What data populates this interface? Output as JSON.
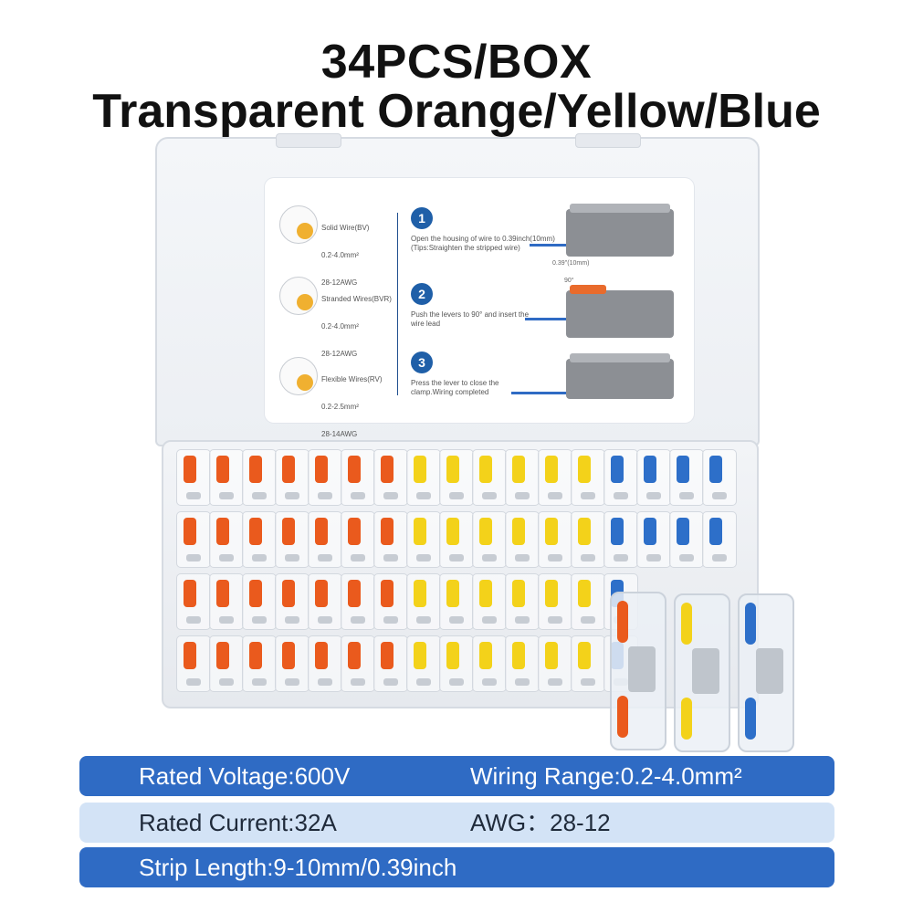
{
  "header": {
    "line1": "34PCS/BOX",
    "line2": "Transparent Orange/Yellow/Blue"
  },
  "instruction_card": {
    "wires": [
      {
        "name": "Solid Wire(BV)",
        "range": "0.2-4.0mm²",
        "awg": "28-12AWG"
      },
      {
        "name": "Stranded Wires(BVR)",
        "range": "0.2-4.0mm²",
        "awg": "28-12AWG"
      },
      {
        "name": "Flexible Wires(RV)",
        "range": "0.2-2.5mm²",
        "awg": "28-14AWG"
      }
    ],
    "steps": [
      {
        "num": "1",
        "text": "Open the housing of wire to 0.39inch(10mm) (Tips:Straighten the stripped wire)"
      },
      {
        "num": "2",
        "text": "Push the levers to 90° and insert the wire lead"
      },
      {
        "num": "3",
        "text": "Press the lever to close the clamp.Wiring completed"
      }
    ],
    "measure_label": "0.39''(10mm)",
    "angle_label": "90°"
  },
  "specs": {
    "row1": {
      "left": "Rated Voltage:600V",
      "right": "Wiring Range:0.2-4.0mm²"
    },
    "row2": {
      "left": "Rated Current:32A",
      "right": "AWG：28-12"
    },
    "row3": {
      "left": "Strip Length:9-10mm/0.39inch"
    }
  },
  "colors": {
    "orange": "#ea5a1d",
    "yellow": "#f3d21a",
    "blue": "#2d6fc9",
    "bar_dark": "#2f6bc4",
    "bar_light": "#d3e3f6"
  }
}
